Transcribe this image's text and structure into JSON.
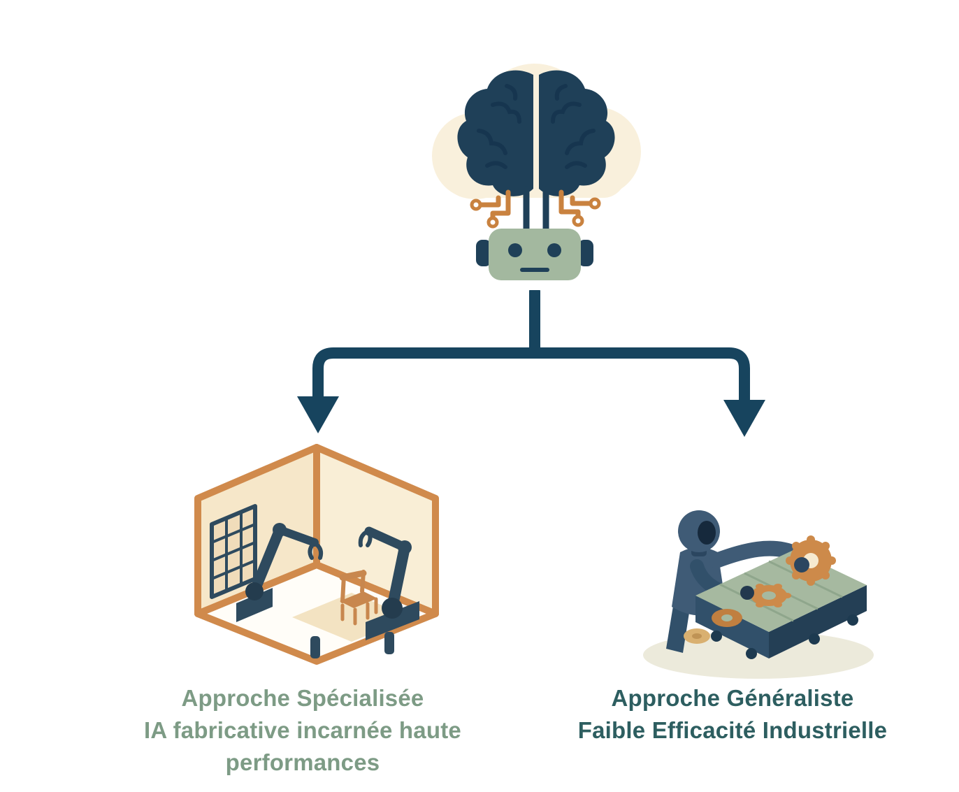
{
  "diagram": {
    "root_icon": {
      "name": "ai-brain-robot",
      "parts": [
        "cloud",
        "brain",
        "circuit-traces",
        "robot-head"
      ]
    },
    "connector": {
      "style": "branching-arrows",
      "direction": "down-left-and-down-right"
    },
    "left_branch": {
      "illustration": "robotic-arms-workcell-building-chair",
      "caption": {
        "line1": "Approche Spécialisée",
        "line2": "IA fabricative incarnée haute",
        "line3": "performances"
      }
    },
    "right_branch": {
      "illustration": "humanoid-robot-at-conveyor-with-gears",
      "caption": {
        "line1": "Approche Généraliste",
        "line2": "Faible Efficacité Industrielle"
      }
    },
    "colors": {
      "navy_brain": "#1f4058",
      "navy_dark": "#16354f",
      "arrow_teal": "#17445e",
      "circuit_orange": "#c9823f",
      "room_orange": "#d08a4c",
      "chair_orange": "#c8874e",
      "robot_head_sage": "#a3b89f",
      "conveyor_sage": "#a6b9a0",
      "cloud_cream": "#f9f0dc",
      "wall_cream": "#f6e7c9",
      "caption_left_green": "#7d9b85",
      "caption_right_teal": "#2d5e60"
    }
  }
}
